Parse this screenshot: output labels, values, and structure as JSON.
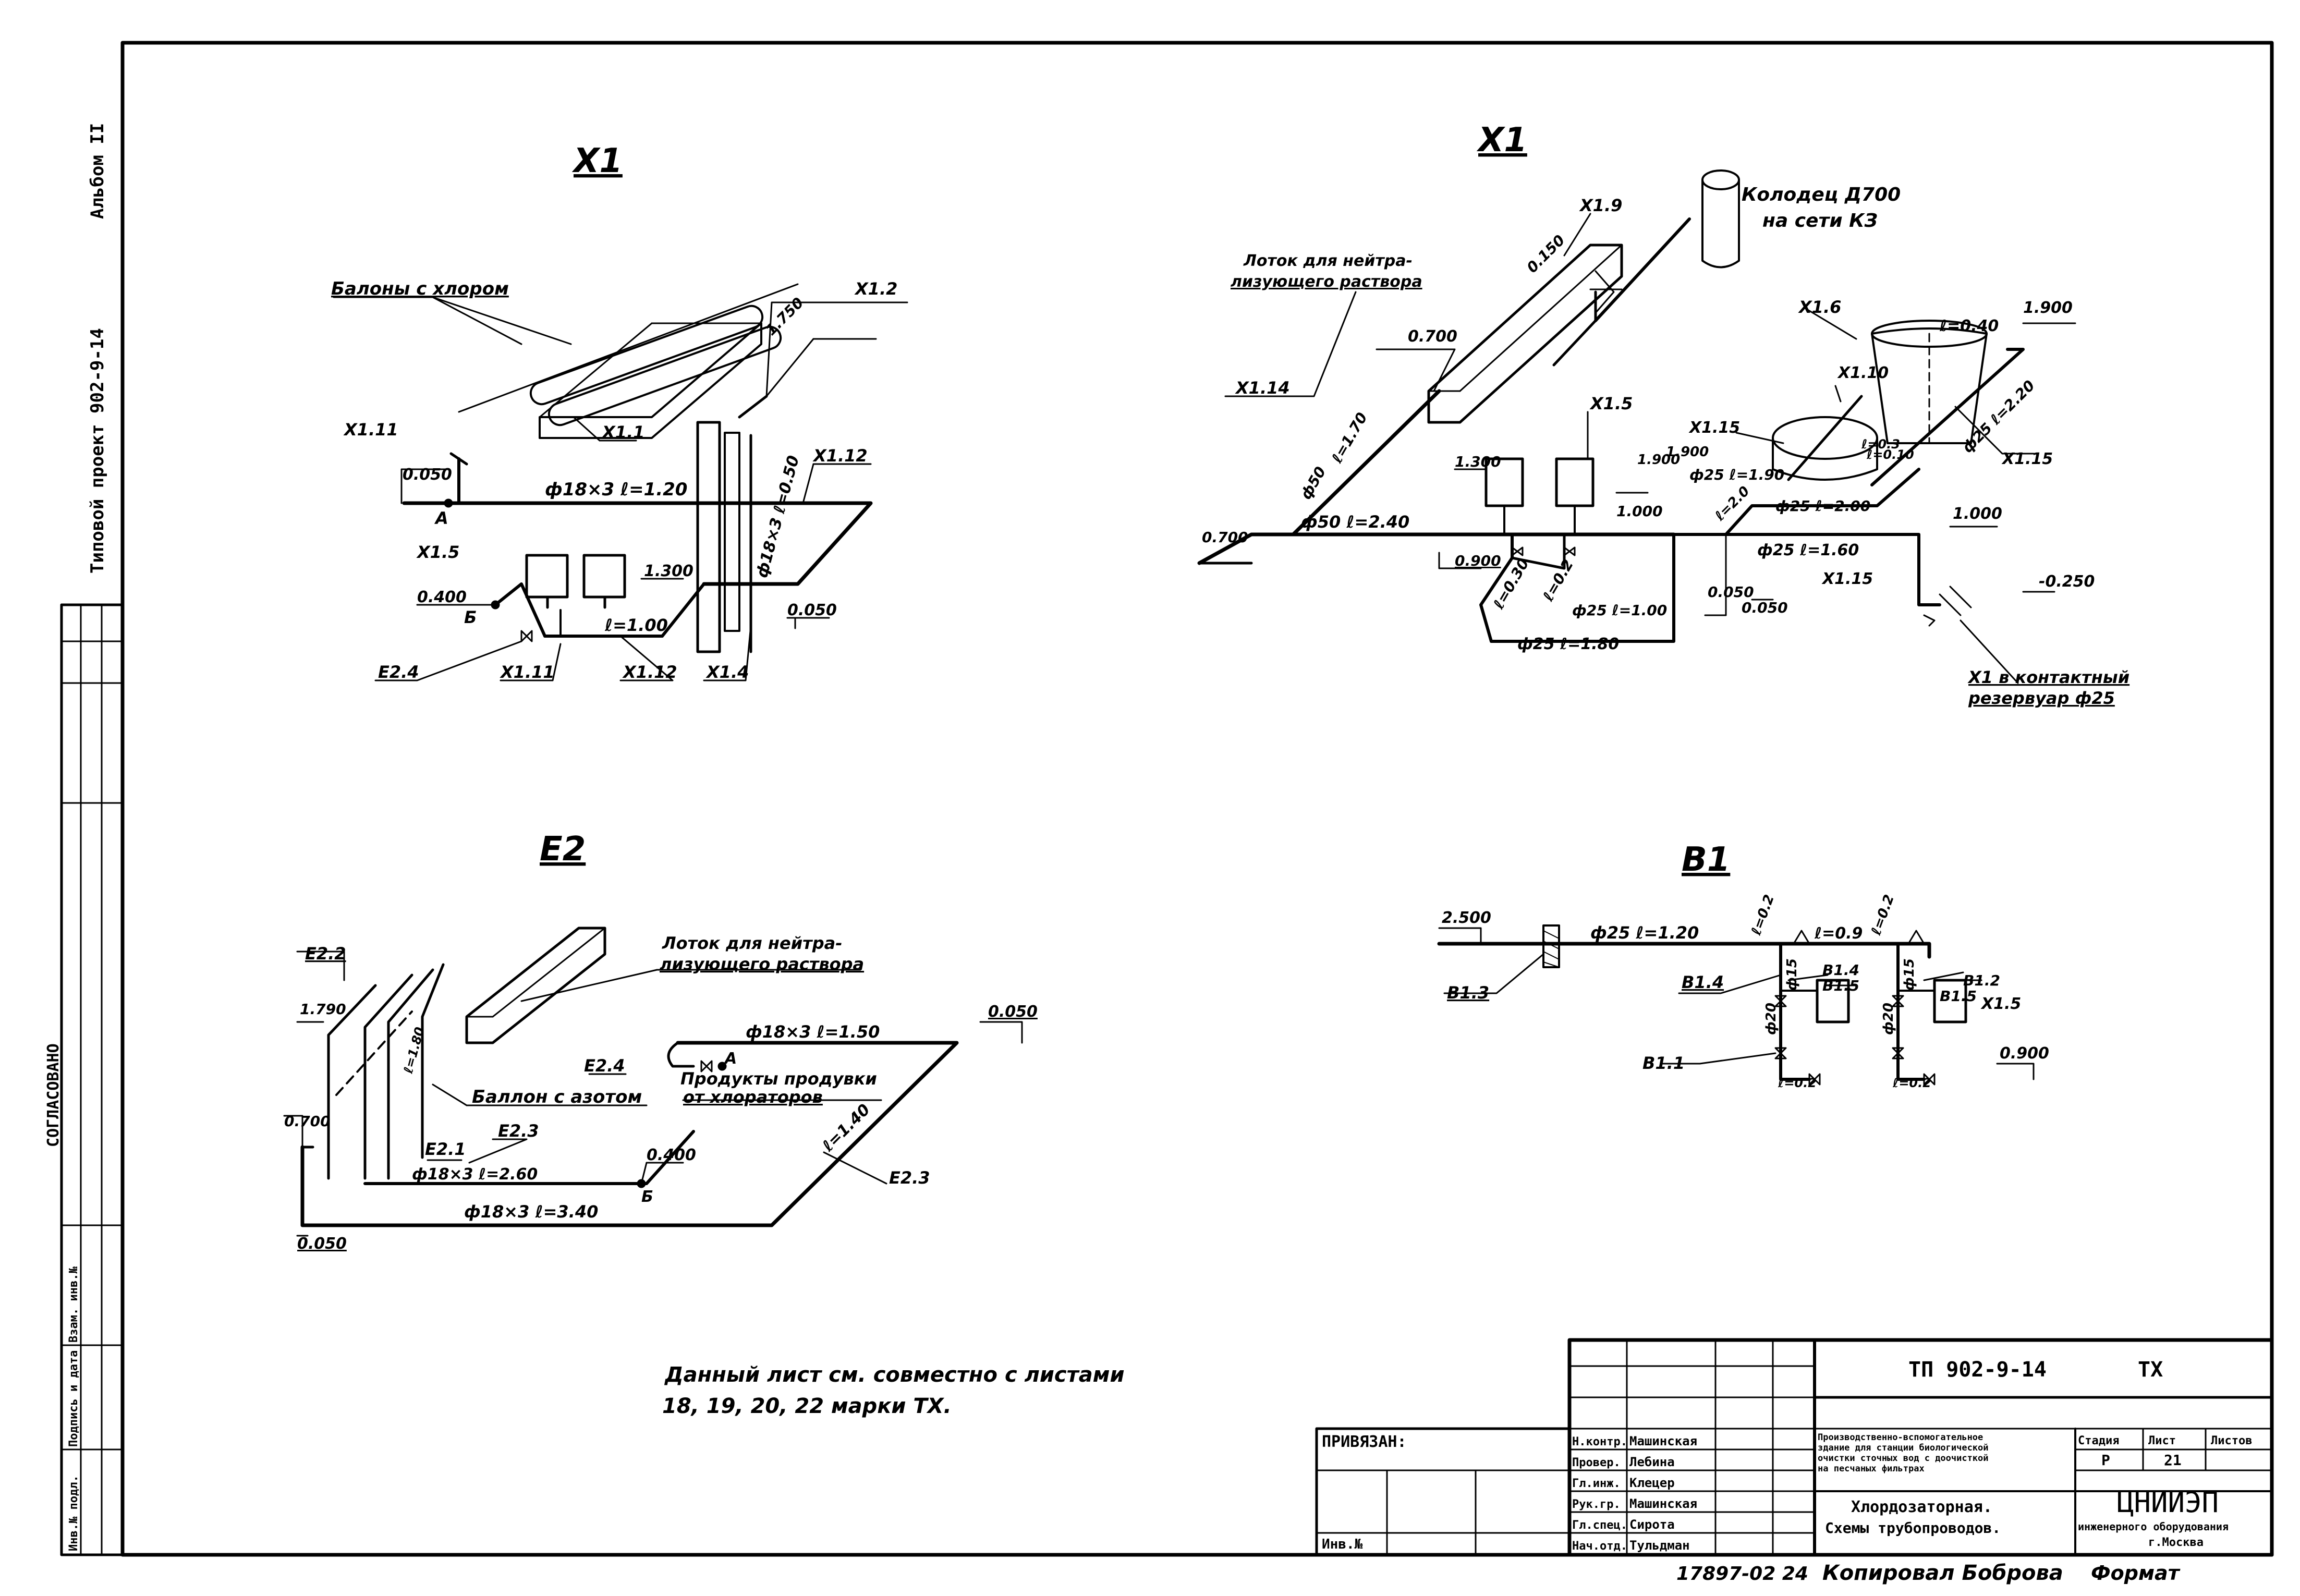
{
  "side_margin": {
    "album": "Альбом II",
    "project": "Типовой проект 902-9-14",
    "agreed": "СОГЛАСОВАНО",
    "col1": "Инв.№ подл.",
    "col2": "Подпись и дата",
    "col3": "Взам. инв.№"
  },
  "x1_left": {
    "title": "X1",
    "ballons": "Балоны с хлором",
    "lbl_x12": "X1.2",
    "lbl_x11_top": "X1.11",
    "lbl_x11": "X1.1",
    "lbl_x112_r": "X1.12",
    "lbl_x15": "X1.5",
    "lbl_e24": "E2.4",
    "lbl_x111_b": "X1.11",
    "lbl_x112_b": "X1.12",
    "lbl_x14": "X1.4",
    "lvl_1750": "1.750",
    "lvl_0050": "0.050",
    "lvl_1300": "1.300",
    "lvl_0400": "0.400",
    "lvl_0050r": "0.050",
    "pipe_main": "ф18×3  ℓ=1.20",
    "pipe_vert": "ф18×3  ℓ=0.50",
    "pipe_low": "ℓ=1.00",
    "pt_a": "А",
    "pt_b": "Б"
  },
  "x1_right": {
    "title": "X1",
    "well": "Колодец Д700",
    "well2": "на сети КЗ",
    "tray": "Лоток для нейтра-",
    "tray2": "лизующего раствора",
    "lbl_x19": "X1.9",
    "lbl_x114": "X1.14",
    "lbl_x15": "X1.5",
    "lbl_x16": "X1.6",
    "lbl_x110": "X1.10",
    "lbl_x115a": "X1.15",
    "lbl_x115b": "X1.15",
    "lbl_x115c": "X1.15",
    "dest": "X1 в контактный",
    "dest2": "резервуар ф25",
    "lvl_0150": "0.150",
    "lvl_0700": "0.700",
    "lvl_0700b": "0.700",
    "lvl_1300": "1.300",
    "lvl_0900": "0.900",
    "lvl_1900": "1.900",
    "lvl_1900b": "1.900",
    "lvl_1900r": "1.900",
    "lvl_1000": "1.000",
    "lvl_1000r": "1.000",
    "lvl_0050": "0.050",
    "lvl_0050b": "0.050",
    "lvl_m0250": "-0.250",
    "p_50": "ф50",
    "p_170": "ℓ=1.70",
    "p_main": "ф50  ℓ=2.40",
    "p_030": "ℓ=0.30",
    "p_02": "ℓ=0.2",
    "p_25_100": "ф25 ℓ=1.00",
    "p_25_180": "ф25  ℓ=1.80",
    "p_25_190": "ф25  ℓ=1.90",
    "p_25_200": "ф25  ℓ=2.00",
    "p_25_160": "ф25  ℓ=1.60",
    "p_20": "ℓ=2.0",
    "p_03": "ℓ=0.3",
    "p_010": "ℓ=0.10",
    "p_040": "ℓ=0.40",
    "p_25_220": "ф25  ℓ=2.20"
  },
  "e2": {
    "title": "E2",
    "tray": "Лоток для нейтра-",
    "tray2": "лизующего раствора",
    "n2": "Баллон с азотом",
    "prod": "Продукты продувки",
    "prod2": "от хлораторов",
    "lbl_e22": "E2.2",
    "lbl_e21": "E2.1",
    "lbl_e23": "E2.3",
    "lbl_e23b": "E2.3",
    "lbl_e24": "E2.4",
    "lvl_1790": "1.790",
    "lvl_0700": "0.700",
    "lvl_0050": "0.050",
    "lvl_0050r": "0.050",
    "lvl_0400": "0.400",
    "p_top": "ф18×3   ℓ=1.50",
    "p_260": "ф18×3  ℓ=2.60",
    "p_340": "ф18×3    ℓ=3.40",
    "p_140": "ℓ=1.40",
    "p_180": "ℓ=1.80",
    "pt_a": "А",
    "pt_b": "Б"
  },
  "b1": {
    "title": "B1",
    "lvl_2500": "2.500",
    "lvl_0900": "0.900",
    "p_main": "ф25  ℓ=1.20",
    "p_02a": "ℓ=0.2",
    "p_09": "ℓ=0.9",
    "p_02b": "ℓ=0.2",
    "p_15a": "ф15",
    "p_15b": "ф15",
    "p_20a": "ф20",
    "p_20b": "ф20",
    "p_02c": "ℓ=0.2",
    "p_02d": "ℓ=0.2",
    "lbl_b13": "B1.3",
    "lbl_b14": "B1.4",
    "lbl_b14b": "B1.4",
    "lbl_b15": "B1.5",
    "lbl_b15b": "B1.5",
    "lbl_b12": "B1.2",
    "lbl_x15": "X1.5",
    "lbl_b11": "B1.1"
  },
  "note": {
    "line1": "Данный лист см. совместно с листами",
    "line2": "18, 19, 20, 22 марки ТХ."
  },
  "title_block": {
    "code": "ТП 902-9-14",
    "mark": "ТХ",
    "attached": "ПРИВЯЗАН:",
    "inv": "Инв.№",
    "roles": [
      "Н.контр.",
      "Провер.",
      "Гл.инж.",
      "Рук.гр.",
      "Гл.спец.",
      "Нач.отд."
    ],
    "names": [
      "Машинская",
      "Лебина",
      "Клецер",
      "Машинская",
      "Сирота",
      "Тульдман"
    ],
    "object1": "Производственно-вспомогательное",
    "object2": "здание для станции биологической",
    "object3": "очистки сточных вод с доочисткой",
    "object4": "на песчаных фильтрах",
    "sheet_title1": "Хлордозаторная.",
    "sheet_title2": "Схемы трубопроводов.",
    "stage_h": "Стадия",
    "sheet_h": "Лист",
    "sheets_h": "Листов",
    "stage": "Р",
    "sheet": "21",
    "org": "ЦНИИЭП",
    "org2": "инженерного оборудования",
    "org3": "г.Москва"
  },
  "footer": {
    "num": "17897-02  24",
    "copied": "Копировал  Боброва",
    "format": "Формат"
  }
}
